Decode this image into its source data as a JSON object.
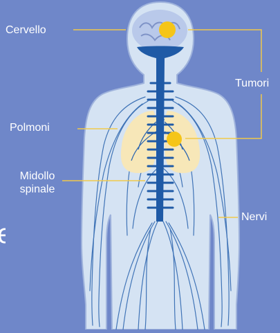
{
  "labels": {
    "cervello": "Cervello",
    "tumori": "Tumori",
    "polmoni": "Polmoni",
    "midollo_line1": "Midollo",
    "midollo_line2": "spinale",
    "nervi": "Nervi"
  },
  "cropped_fragment": "e",
  "colors": {
    "background": "#6f87c9",
    "body": "#d5e3f3",
    "body_outline": "#9fb3dc",
    "brain": "#b9c9ea",
    "nerve": "#2f67b0",
    "spine": "#1f5aa6",
    "lungs": "#f7e7b8",
    "tumor": "#f5c518",
    "leader_line": "#f1c94a"
  }
}
